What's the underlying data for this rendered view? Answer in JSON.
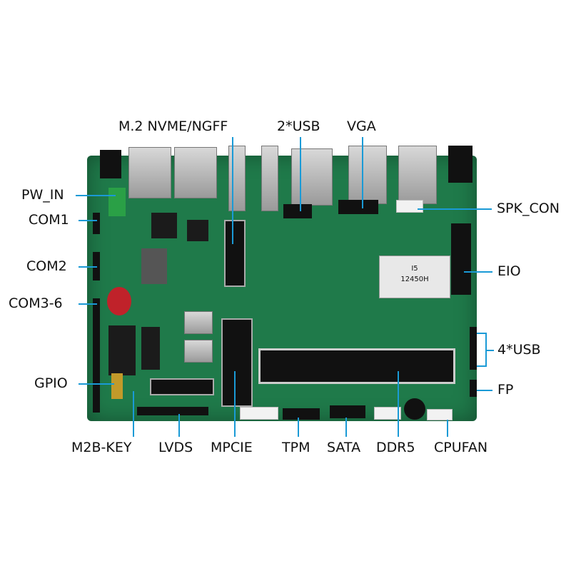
{
  "image": {
    "subject": "motherboard"
  },
  "colors": {
    "board": "#1f7a4a",
    "leader_line": "#1a9ad6"
  },
  "cpu_label": {
    "line1": "I5",
    "line2": "12450H"
  },
  "labels": {
    "m2_nvme": "M.2 NVME/NGFF",
    "usb2": "2*USB",
    "vga": "VGA",
    "pw_in": "PW_IN",
    "com1": "COM1",
    "com2": "COM2",
    "com3_6": "COM3-6",
    "gpio": "GPIO",
    "spk_con": "SPK_CON",
    "eio": "EIO",
    "usb4": "4*USB",
    "fp": "FP",
    "m2b_key": "M2B-KEY",
    "lvds": "LVDS",
    "mpcie": "MPCIE",
    "tpm": "TPM",
    "sata": "SATA",
    "ddr5": "DDR5",
    "cpufan": "CPUFAN"
  }
}
